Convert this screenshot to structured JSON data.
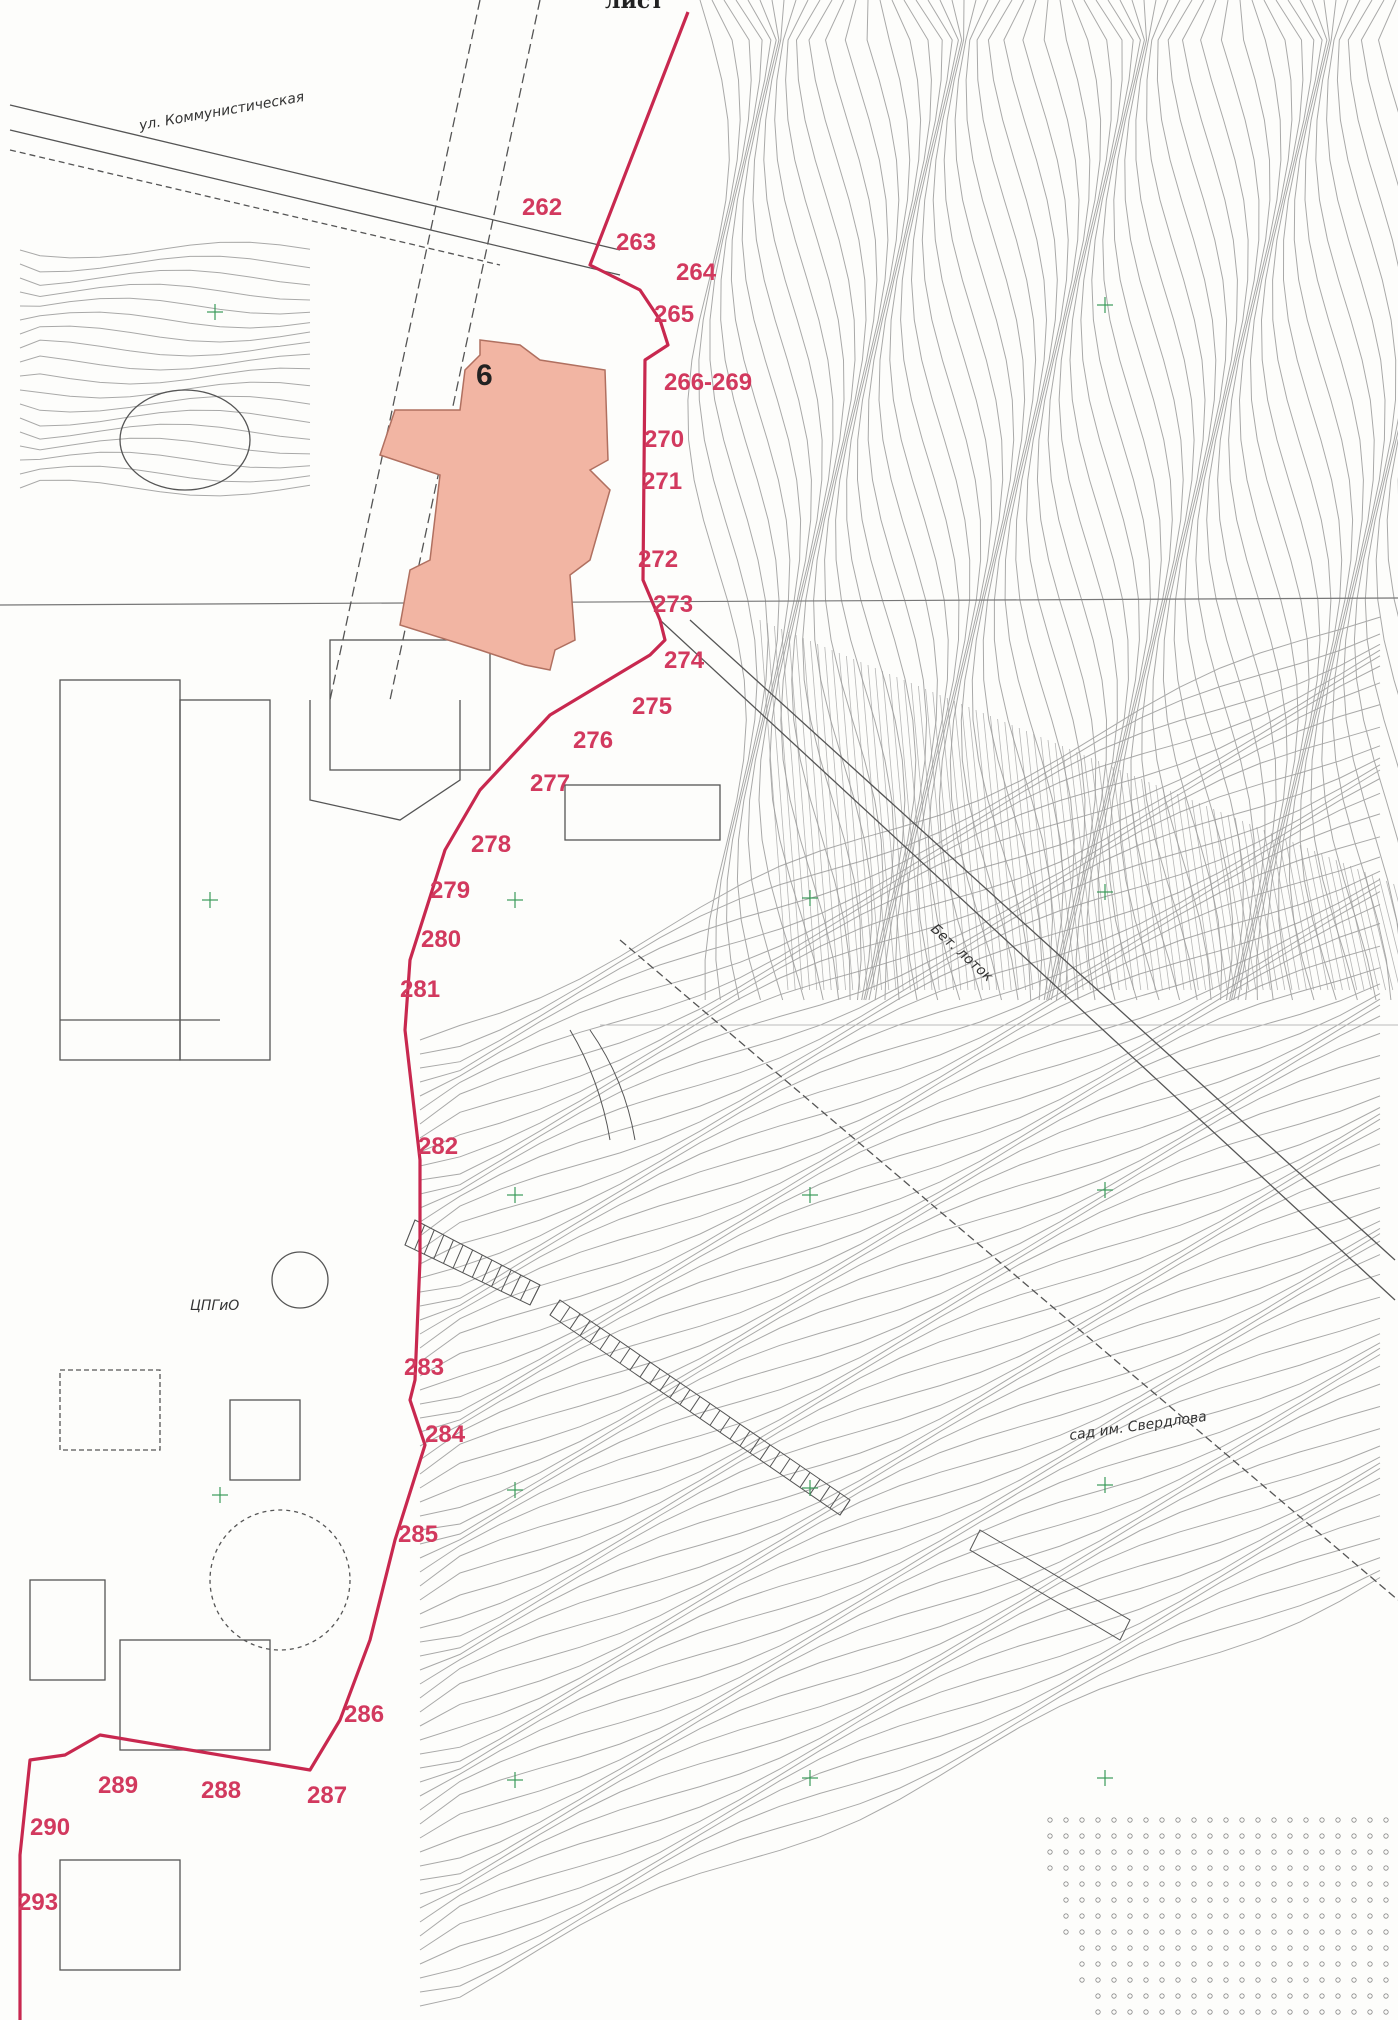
{
  "header": {
    "sheet_label": "лист"
  },
  "street": {
    "label": "ул. Коммунистическая"
  },
  "lot": {
    "label": "6",
    "fill_color": "#f2b5a3"
  },
  "boundary": {
    "color": "#c8284f"
  },
  "labels": {
    "tsgio": "ЦПГиО",
    "sad": "сад им. Свердлова",
    "ent": "Бет. лоток"
  },
  "points": [
    {
      "id": "p262",
      "text": "262"
    },
    {
      "id": "p263",
      "text": "263"
    },
    {
      "id": "p264",
      "text": "264"
    },
    {
      "id": "p265",
      "text": "265"
    },
    {
      "id": "p266",
      "text": "266-269"
    },
    {
      "id": "p270",
      "text": "270"
    },
    {
      "id": "p271",
      "text": "271"
    },
    {
      "id": "p272",
      "text": "272"
    },
    {
      "id": "p273",
      "text": "273"
    },
    {
      "id": "p274",
      "text": "274"
    },
    {
      "id": "p275",
      "text": "275"
    },
    {
      "id": "p276",
      "text": "276"
    },
    {
      "id": "p277",
      "text": "277"
    },
    {
      "id": "p278",
      "text": "278"
    },
    {
      "id": "p279",
      "text": "279"
    },
    {
      "id": "p280",
      "text": "280"
    },
    {
      "id": "p281",
      "text": "281"
    },
    {
      "id": "p282",
      "text": "282"
    },
    {
      "id": "p283",
      "text": "283"
    },
    {
      "id": "p284",
      "text": "284"
    },
    {
      "id": "p285",
      "text": "285"
    },
    {
      "id": "p286",
      "text": "286"
    },
    {
      "id": "p287",
      "text": "287"
    },
    {
      "id": "p288",
      "text": "288"
    },
    {
      "id": "p289",
      "text": "289"
    },
    {
      "id": "p290",
      "text": "290"
    },
    {
      "id": "p293",
      "text": "293"
    }
  ]
}
